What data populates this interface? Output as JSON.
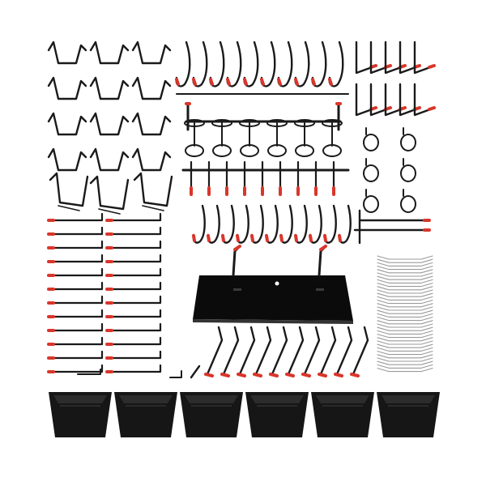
{
  "image": {
    "background": "#ffffff",
    "colors": {
      "wire": "#1a1a1a",
      "tip": "#d9362b",
      "galvanized": "#9a9a9a",
      "plastic": "#161616",
      "shelf": "#0b0b0b"
    },
    "groups": [
      "zigzag-hooks",
      "j-hooks-row-top",
      "l-hooks-right-top",
      "ring-holder-bar",
      "loop-hooks-right",
      "curved-hooks-right",
      "wide-zigzag-hooks",
      "straight-hooks-bar",
      "j-hooks-row-mid",
      "double-hook-right",
      "straight-hooks-left",
      "shelf-bracket",
      "galvanized-clips",
      "l-hooks-bottom",
      "storage-bins"
    ]
  }
}
